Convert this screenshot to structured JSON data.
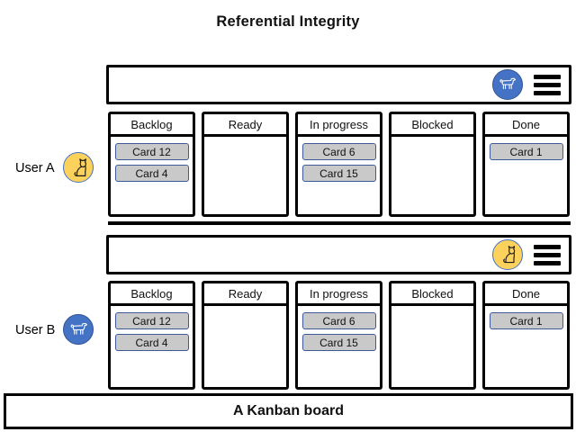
{
  "title": "Referential Integrity",
  "caption": "A Kanban board",
  "colors": {
    "card_fill": "#c9c9c9",
    "card_border": "#3d5a96",
    "cat_avatar_fill": "#fcd25c",
    "dog_avatar_fill": "#4472c4",
    "outline": "#000000"
  },
  "users": [
    {
      "label": "User A",
      "avatar": "cat-icon"
    },
    {
      "label": "User B",
      "avatar": "dog-icon"
    }
  ],
  "boards": [
    {
      "header_avatar": "dog-icon",
      "menu_icon": "hamburger-icon",
      "columns": [
        {
          "label": "Backlog",
          "cards": [
            "Card 12",
            "Card 4"
          ]
        },
        {
          "label": "Ready",
          "cards": []
        },
        {
          "label": "In progress",
          "cards": [
            "Card 6",
            "Card 15"
          ]
        },
        {
          "label": "Blocked",
          "cards": []
        },
        {
          "label": "Done",
          "cards": [
            "Card 1"
          ]
        }
      ]
    },
    {
      "header_avatar": "cat-icon",
      "menu_icon": "hamburger-icon",
      "columns": [
        {
          "label": "Backlog",
          "cards": [
            "Card 12",
            "Card 4"
          ]
        },
        {
          "label": "Ready",
          "cards": []
        },
        {
          "label": "In progress",
          "cards": [
            "Card 6",
            "Card 15"
          ]
        },
        {
          "label": "Blocked",
          "cards": []
        },
        {
          "label": "Done",
          "cards": [
            "Card 1"
          ]
        }
      ]
    }
  ]
}
